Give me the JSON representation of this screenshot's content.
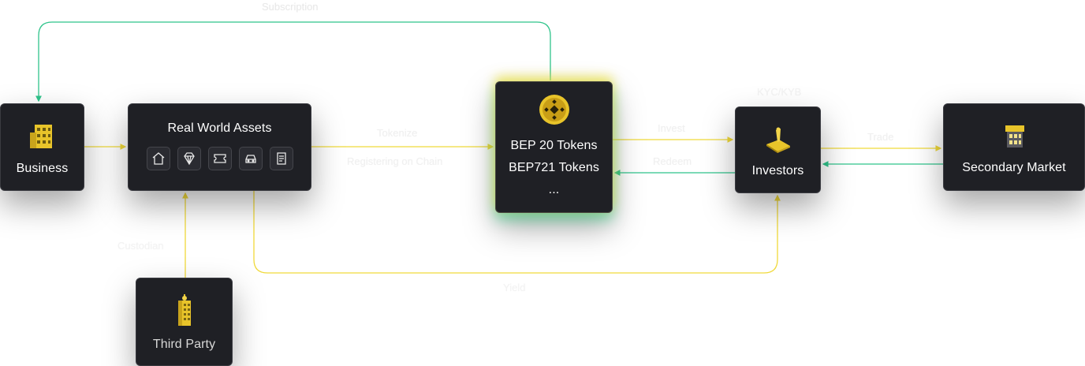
{
  "colors": {
    "yellow_line": "#f0d93a",
    "green_line": "#2fc48b",
    "node_bg": "#1f2025",
    "gold_icon": "#e8c42a"
  },
  "nodes": {
    "business": {
      "label": "Business",
      "icon": "building-icon"
    },
    "real_world_assets": {
      "label": "Real World Assets",
      "asset_icons": [
        "house-icon",
        "diamond-icon",
        "ticket-icon",
        "car-icon",
        "document-icon"
      ]
    },
    "tokens": {
      "icon": "bnb-coin-icon",
      "lines": [
        "BEP 20 Tokens",
        "BEP721 Tokens",
        "..."
      ]
    },
    "investors": {
      "label": "Investors",
      "icon": "investor-icon"
    },
    "secondary_market": {
      "label": "Secondary Market",
      "icon": "market-icon"
    },
    "third_party": {
      "label": "Third Party",
      "icon": "tower-icon"
    }
  },
  "edges": {
    "subscription": "Subscription",
    "tokenize": "Tokenize",
    "register": "Registering on Chain",
    "invest": "Invest",
    "redeem": "Redeem",
    "trade": "Trade",
    "custodian": "Custodian",
    "yield": "Yield",
    "kyc": "KYC/KYB"
  }
}
